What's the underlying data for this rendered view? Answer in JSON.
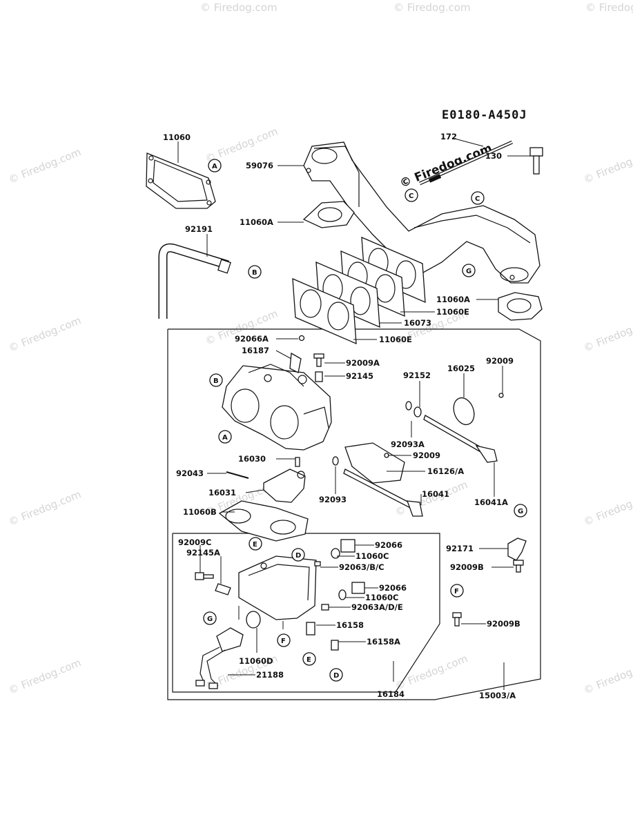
{
  "diagram_code": "E0180-A450J",
  "watermark": {
    "text": "© Firedog.com"
  },
  "callouts": [
    "A",
    "B",
    "C",
    "D",
    "E",
    "F",
    "G"
  ],
  "part_labels": {
    "p11060": "11060",
    "p59076": "59076",
    "p172": "172",
    "p130": "130",
    "p11060A_top": "11060A",
    "p92191": "92191",
    "p11060A_right": "11060A",
    "p11060E_1": "11060E",
    "p16073": "16073",
    "p11060E_2": "11060E",
    "p92066A": "92066A",
    "p16187": "16187",
    "p92009A": "92009A",
    "p92145": "92145",
    "p92152": "92152",
    "p16025": "16025",
    "p92009_top": "92009",
    "p92093A": "92093A",
    "p92009_mid": "92009",
    "p16030": "16030",
    "p16126": "16126/A",
    "p92043": "92043",
    "p16031": "16031",
    "p92093": "92093",
    "p16041": "16041",
    "p16041A": "16041A",
    "p11060B": "11060B",
    "p92009C": "92009C",
    "p92145A": "92145A",
    "p92066_1": "92066",
    "p11060C_1": "11060C",
    "p92063BC": "92063/B/C",
    "p92066_2": "92066",
    "p11060C_2": "11060C",
    "p92063ADE": "92063A/D/E",
    "p92171": "92171",
    "p92009B_1": "92009B",
    "p92009B_2": "92009B",
    "p16158": "16158",
    "p16158A": "16158A",
    "p11060D": "11060D",
    "p21188": "21188",
    "p16184": "16184",
    "p15003A": "15003/A"
  }
}
